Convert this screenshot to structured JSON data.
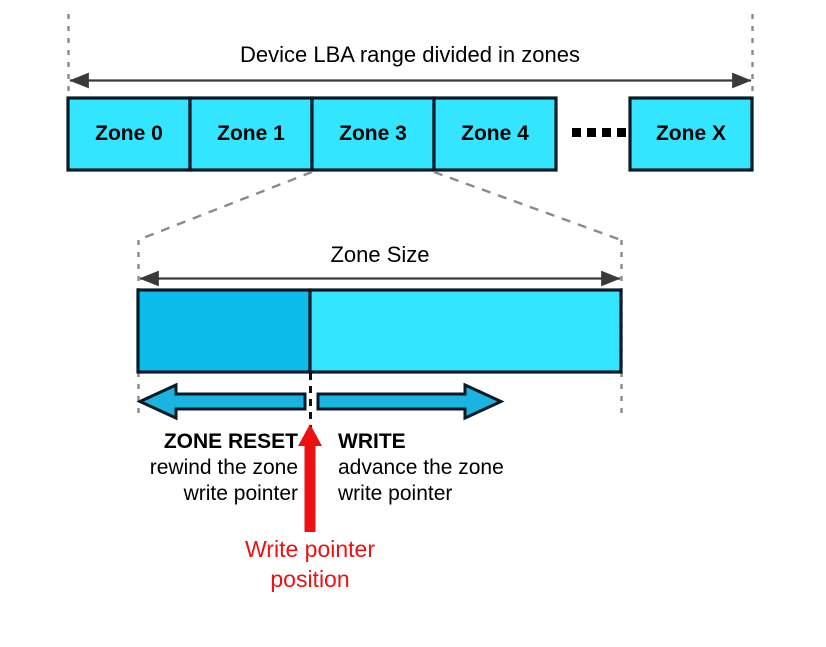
{
  "diagram": {
    "title": "Device LBA range divided in zones",
    "zone_size_label": "Zone Size",
    "ellipsis": "• • • •",
    "zones": [
      {
        "label": "Zone 0"
      },
      {
        "label": "Zone 1"
      },
      {
        "label": "Zone 3"
      },
      {
        "label": "Zone 4"
      },
      {
        "label": "Zone X"
      }
    ],
    "operations": {
      "reset": {
        "title": "ZONE RESET",
        "line1": "rewind the zone",
        "line2": "write pointer"
      },
      "write": {
        "title": "WRITE",
        "line1": "advance the zone",
        "line2": "write pointer"
      }
    },
    "write_pointer": {
      "line1": "Write pointer",
      "line2": "position"
    },
    "colors": {
      "zone_fill": "#33E5FE",
      "written_fill": "#0CBDEB",
      "unwritten_fill": "#33E5FE",
      "arrow_fill": "#1BB4E0",
      "outline": "#0A1A26",
      "dashed": "#8A8A8A",
      "measure_arrow": "#3A3A3A",
      "pointer_red": "#EE1111",
      "background": "#FFFFFF"
    }
  }
}
